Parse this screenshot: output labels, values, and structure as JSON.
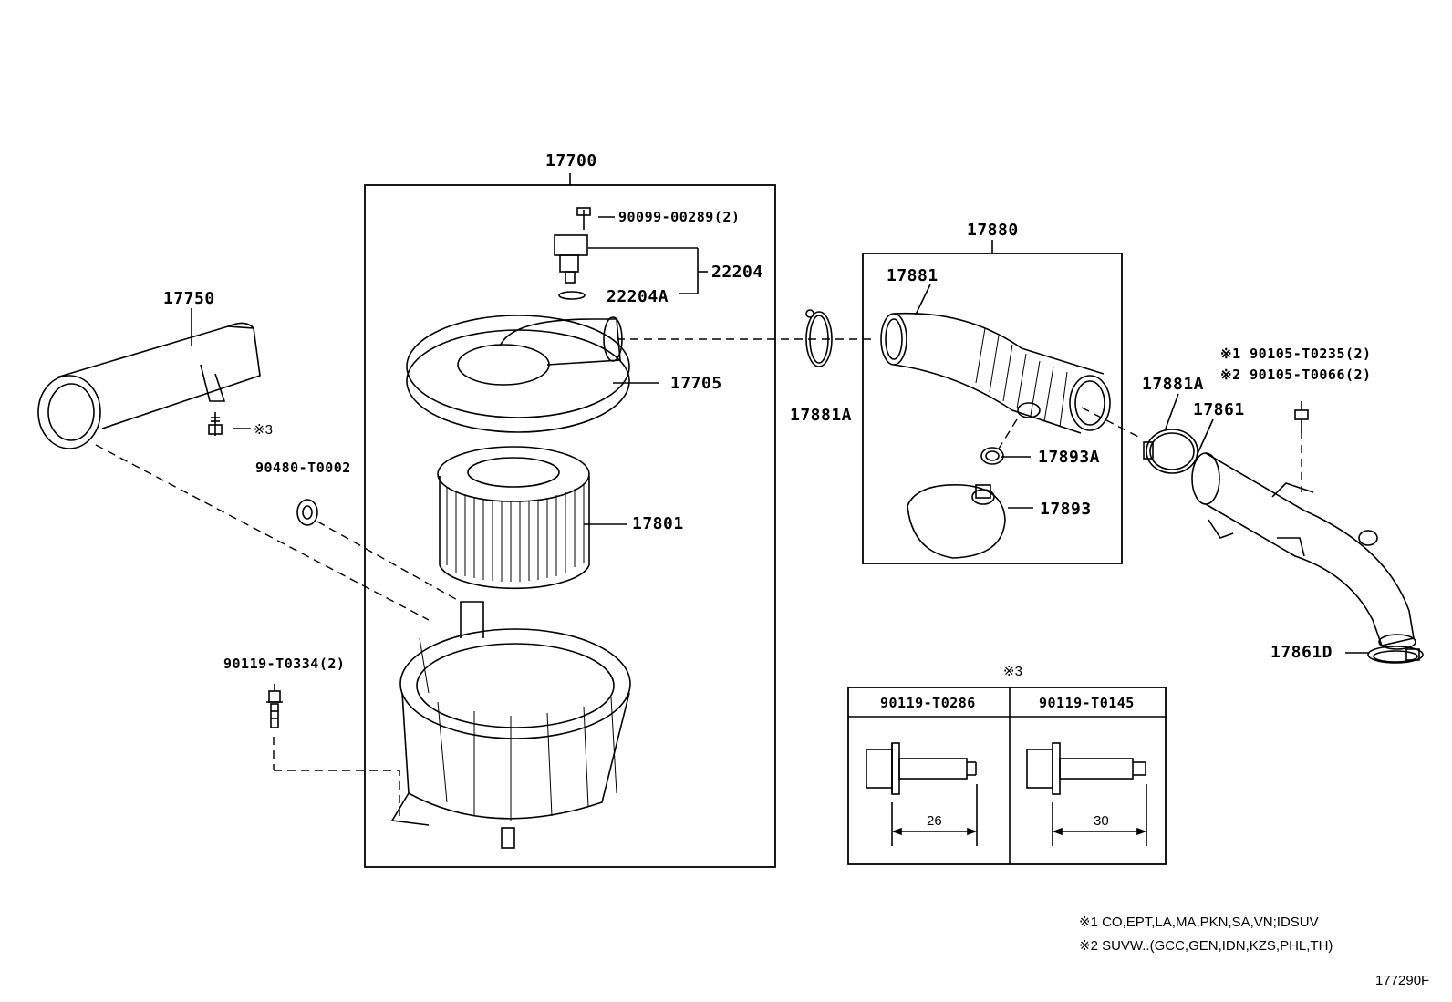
{
  "labels": {
    "p17700": "17700",
    "p90099": "90099-00289(2)",
    "p22204": "22204",
    "p22204A": "22204A",
    "p17705": "17705",
    "p17801": "17801",
    "p17750": "17750",
    "p_note3_small": "※3",
    "p90480": "90480-T0002",
    "p90119_T0334": "90119-T0334(2)",
    "p17880": "17880",
    "p17881": "17881",
    "p17881A_left": "17881A",
    "p17893A": "17893A",
    "p17893": "17893",
    "p17881A_right": "17881A",
    "p17861": "17861",
    "p17861D": "17861D",
    "p90105_T0235": "※1 90105-T0235(2)",
    "p90105_T0066": "※2 90105-T0066(2)"
  },
  "bolt_table": {
    "marker": "※3",
    "col1_header": "90119-T0286",
    "col2_header": "90119-T0145",
    "col1_length": "26",
    "col2_length": "30"
  },
  "footnotes": {
    "note1": "※1 CO,EPT,LA,MA,PKN,SA,VN;IDSUV",
    "note2": "※2 SUVW..(GCC,GEN,IDN,KZS,PHL,TH)"
  },
  "illustration_id": "177290F"
}
